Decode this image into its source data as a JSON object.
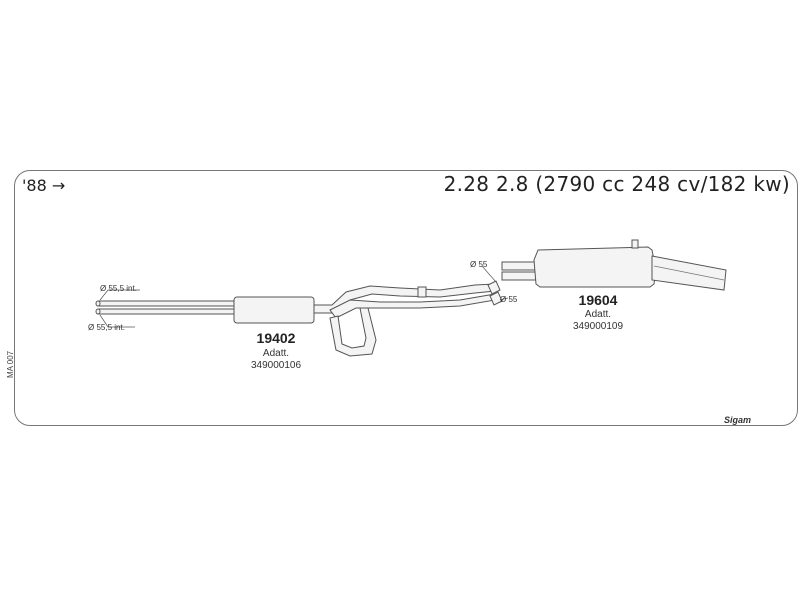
{
  "header": {
    "year": "'88 →",
    "engine": "2.28 2.8 (2790 cc 248 cv/182 kw)"
  },
  "labels": {
    "front_pipe_top": "Ø 55,5 int.",
    "front_pipe_bottom": "Ø 55,5 int.",
    "rear_inlet_top": "Ø 55",
    "rear_inlet_bottom": "Ø 55"
  },
  "parts": [
    {
      "code": "19402",
      "note": "Adatt.",
      "ref": "349000106"
    },
    {
      "code": "19604",
      "note": "Adatt.",
      "ref": "349000109"
    }
  ],
  "side_code": "MA 007",
  "brand": "Sigam"
}
